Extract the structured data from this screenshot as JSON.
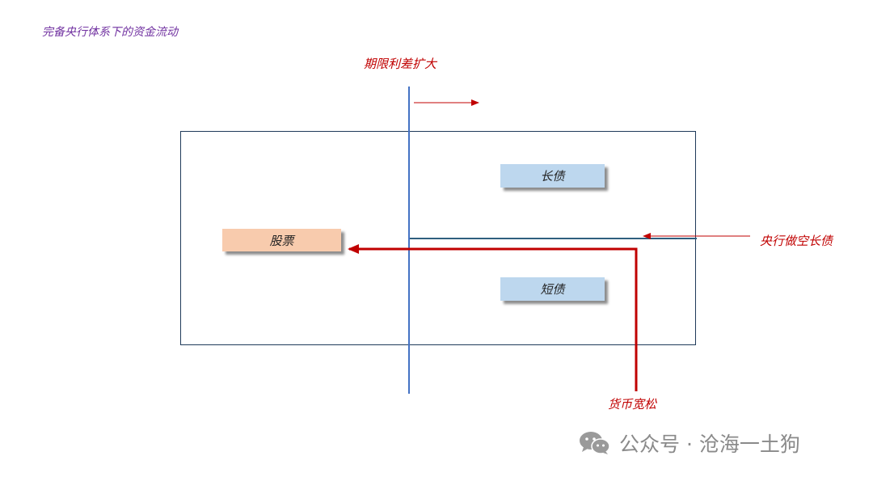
{
  "title": "完备央行体系下的资金流动",
  "labels": {
    "spread_widening": "期限利差扩大",
    "cb_short_long": "央行做空长债",
    "monetary_easing": "货币宽松"
  },
  "boxes": {
    "long_bond": "长债",
    "short_bond": "短债",
    "stock": "股票"
  },
  "watermark": {
    "text": "公众号 · 沧海一土狗",
    "icon": "wechat-icon"
  },
  "colors": {
    "title": "#7030a0",
    "arrow_red": "#c00000",
    "bond_box": "#bdd7ee",
    "stock_box": "#f8cbad",
    "axis_blue": "#4472c4"
  }
}
